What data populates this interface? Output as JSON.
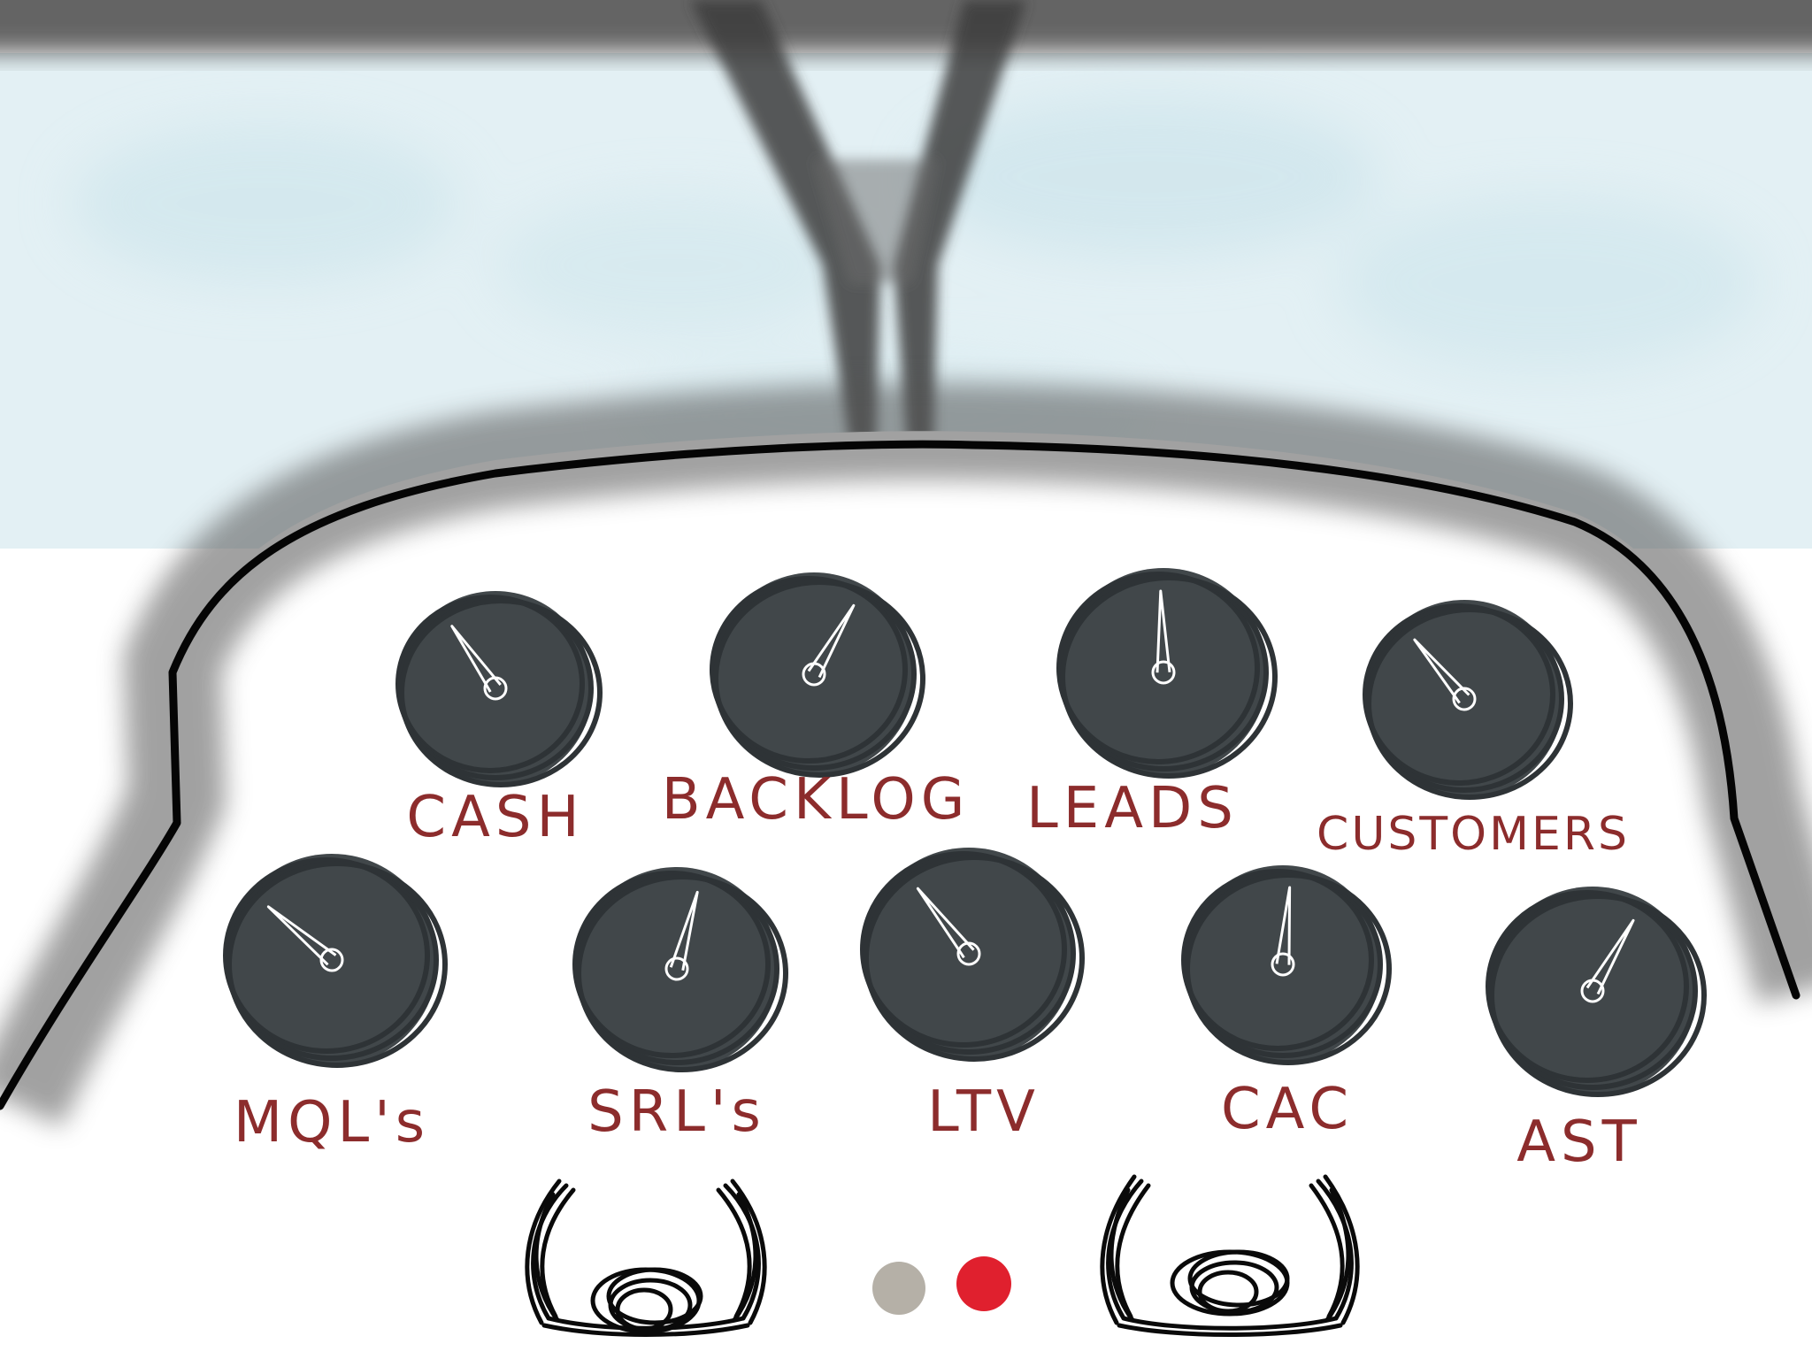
{
  "scene": {
    "colors": {
      "sky": "#e3f0f4",
      "haze": "#4a4a4a",
      "dashboard_outline": "#050505",
      "gauge_face": "#41474a",
      "gauge_ring": "#2e3336",
      "needle": "#ffffff",
      "label": "#8c2c2c",
      "yoke": "#0a0a0a",
      "indicator_grey": "#b5b0a7",
      "indicator_red": "#e0202e"
    },
    "gauges": [
      {
        "label": "CASH"
      },
      {
        "label": "BACKLOG"
      },
      {
        "label": "LEADS"
      },
      {
        "label": "CUSTOMERS"
      },
      {
        "label": "MQL's"
      },
      {
        "label": "SRL's"
      },
      {
        "label": "LTV"
      },
      {
        "label": "CAC"
      },
      {
        "label": "AST"
      }
    ],
    "indicators": [
      {
        "icon": "grey-indicator-light-icon"
      },
      {
        "icon": "red-indicator-light-icon"
      }
    ]
  }
}
